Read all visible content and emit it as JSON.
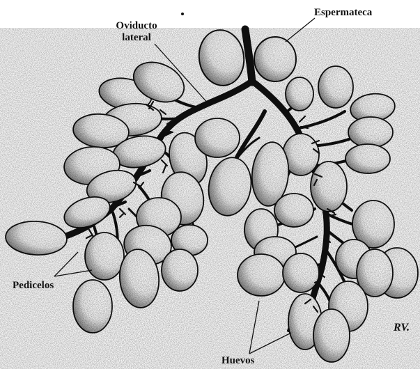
{
  "labels": {
    "oviducto_line1": "Oviducto",
    "oviducto_line2": "lateral",
    "espermateca": "Espermateca",
    "pedicelos": "Pedicelos",
    "huevos": "Huevos"
  },
  "signature": "RV.",
  "colors": {
    "ink": "#111111",
    "egg_fill": "#ffffff",
    "stipple": "#222222",
    "background": "#ffffff"
  }
}
